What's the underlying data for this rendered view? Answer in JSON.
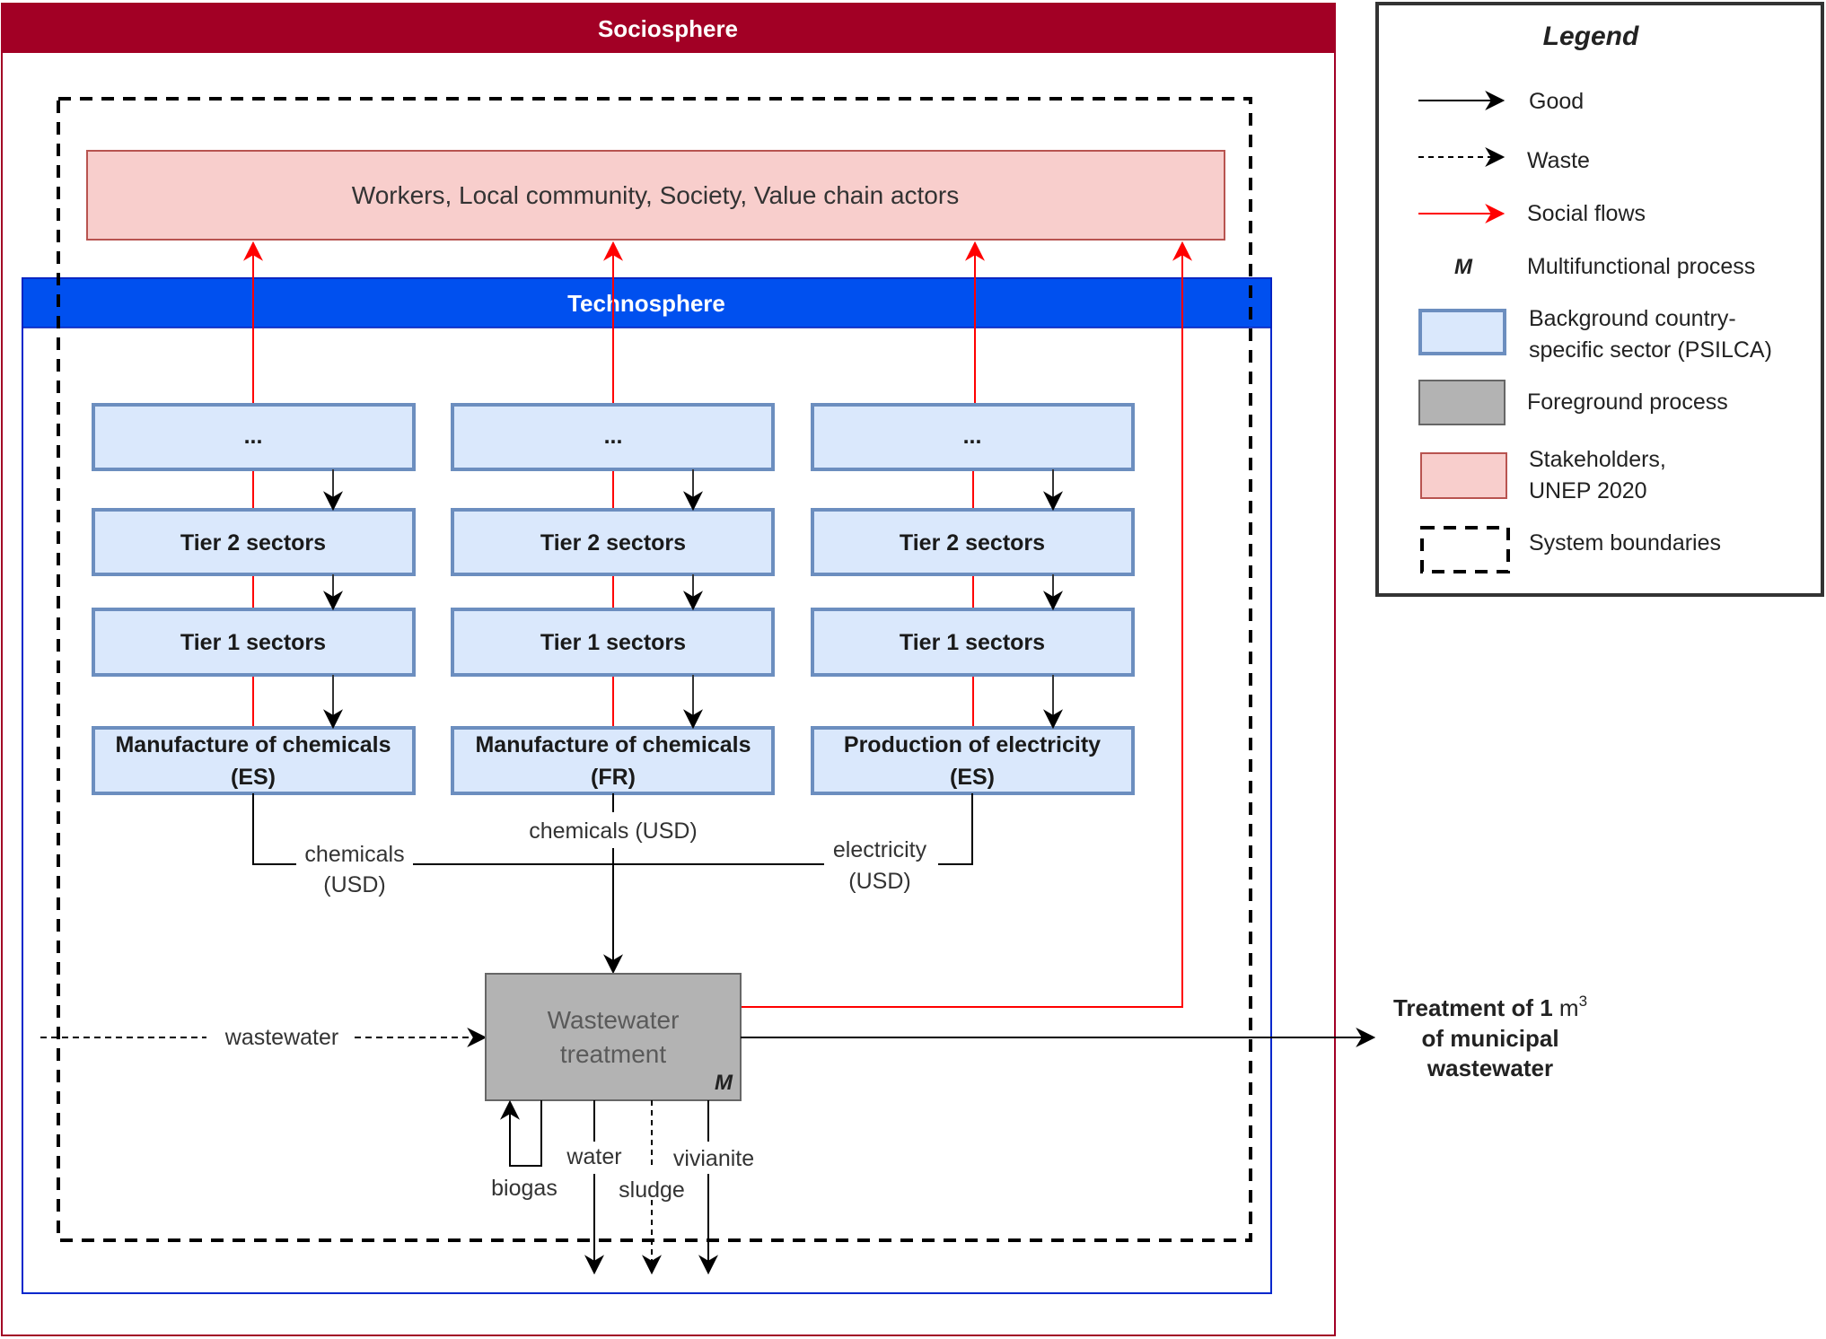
{
  "colors": {
    "sociosphere": "#a20025",
    "technosphere": "#0050ef",
    "stakeholder_fill": "#f8cecc",
    "stakeholder_stroke": "#b85450",
    "sector_fill": "#dae8fc",
    "sector_stroke": "#6c8ebf",
    "foreground_fill": "#b3b3b3",
    "foreground_stroke": "#666666",
    "social_flow": "#ff0000",
    "good": "#000000"
  },
  "sociosphere": {
    "title": "Sociosphere"
  },
  "technosphere": {
    "title": "Technosphere"
  },
  "stakeholders": {
    "label": "Workers, Local community, Society, Value chain actors"
  },
  "columns": [
    {
      "top": "...",
      "tier2": "Tier 2 sectors",
      "tier1": "Tier 1 sectors",
      "sector_line1": "Manufacture of chemicals",
      "sector_line2": "(ES)"
    },
    {
      "top": "...",
      "tier2": "Tier 2 sectors",
      "tier1": "Tier 1 sectors",
      "sector_line1": "Manufacture of chemicals",
      "sector_line2": "(FR)"
    },
    {
      "top": "...",
      "tier2": "Tier 2 sectors",
      "tier1": "Tier 1 sectors",
      "sector_line1": "Production of electricity",
      "sector_line2": "(ES)"
    }
  ],
  "flows": {
    "chemicals_es_line1": "chemicals",
    "chemicals_es_line2": "(USD)",
    "chemicals_fr": "chemicals (USD)",
    "electricity_line1": "electricity",
    "electricity_line2": "(USD)",
    "wastewater": "wastewater",
    "biogas": "biogas",
    "water": "water",
    "sludge": "sludge",
    "vivianite": "vivianite"
  },
  "foreground": {
    "line1": "Wastewater",
    "line2": "treatment",
    "marker": "M"
  },
  "functional_unit": {
    "line1_pre": "Treatment of ",
    "line1_bold": "1",
    "line1_unit": " m",
    "line1_sup": "3",
    "line2": "of municipal",
    "line3": "wastewater"
  },
  "legend": {
    "title": "Legend",
    "items": [
      {
        "symbol": "solid-black-arrow",
        "label": "Good"
      },
      {
        "symbol": "dashed-black-arrow",
        "label": "Waste"
      },
      {
        "symbol": "red-arrow",
        "label": "Social flows"
      },
      {
        "symbol": "M",
        "label": "Multifunctional process"
      },
      {
        "symbol": "blue-box",
        "label_line1": "Background country-",
        "label_line2": "specific sector (PSILCA)"
      },
      {
        "symbol": "gray-box",
        "label": "Foreground process"
      },
      {
        "symbol": "pink-box",
        "label_line1": "Stakeholders,",
        "label_line2": "UNEP 2020"
      },
      {
        "symbol": "dashed-box",
        "label": "System boundaries"
      }
    ]
  }
}
